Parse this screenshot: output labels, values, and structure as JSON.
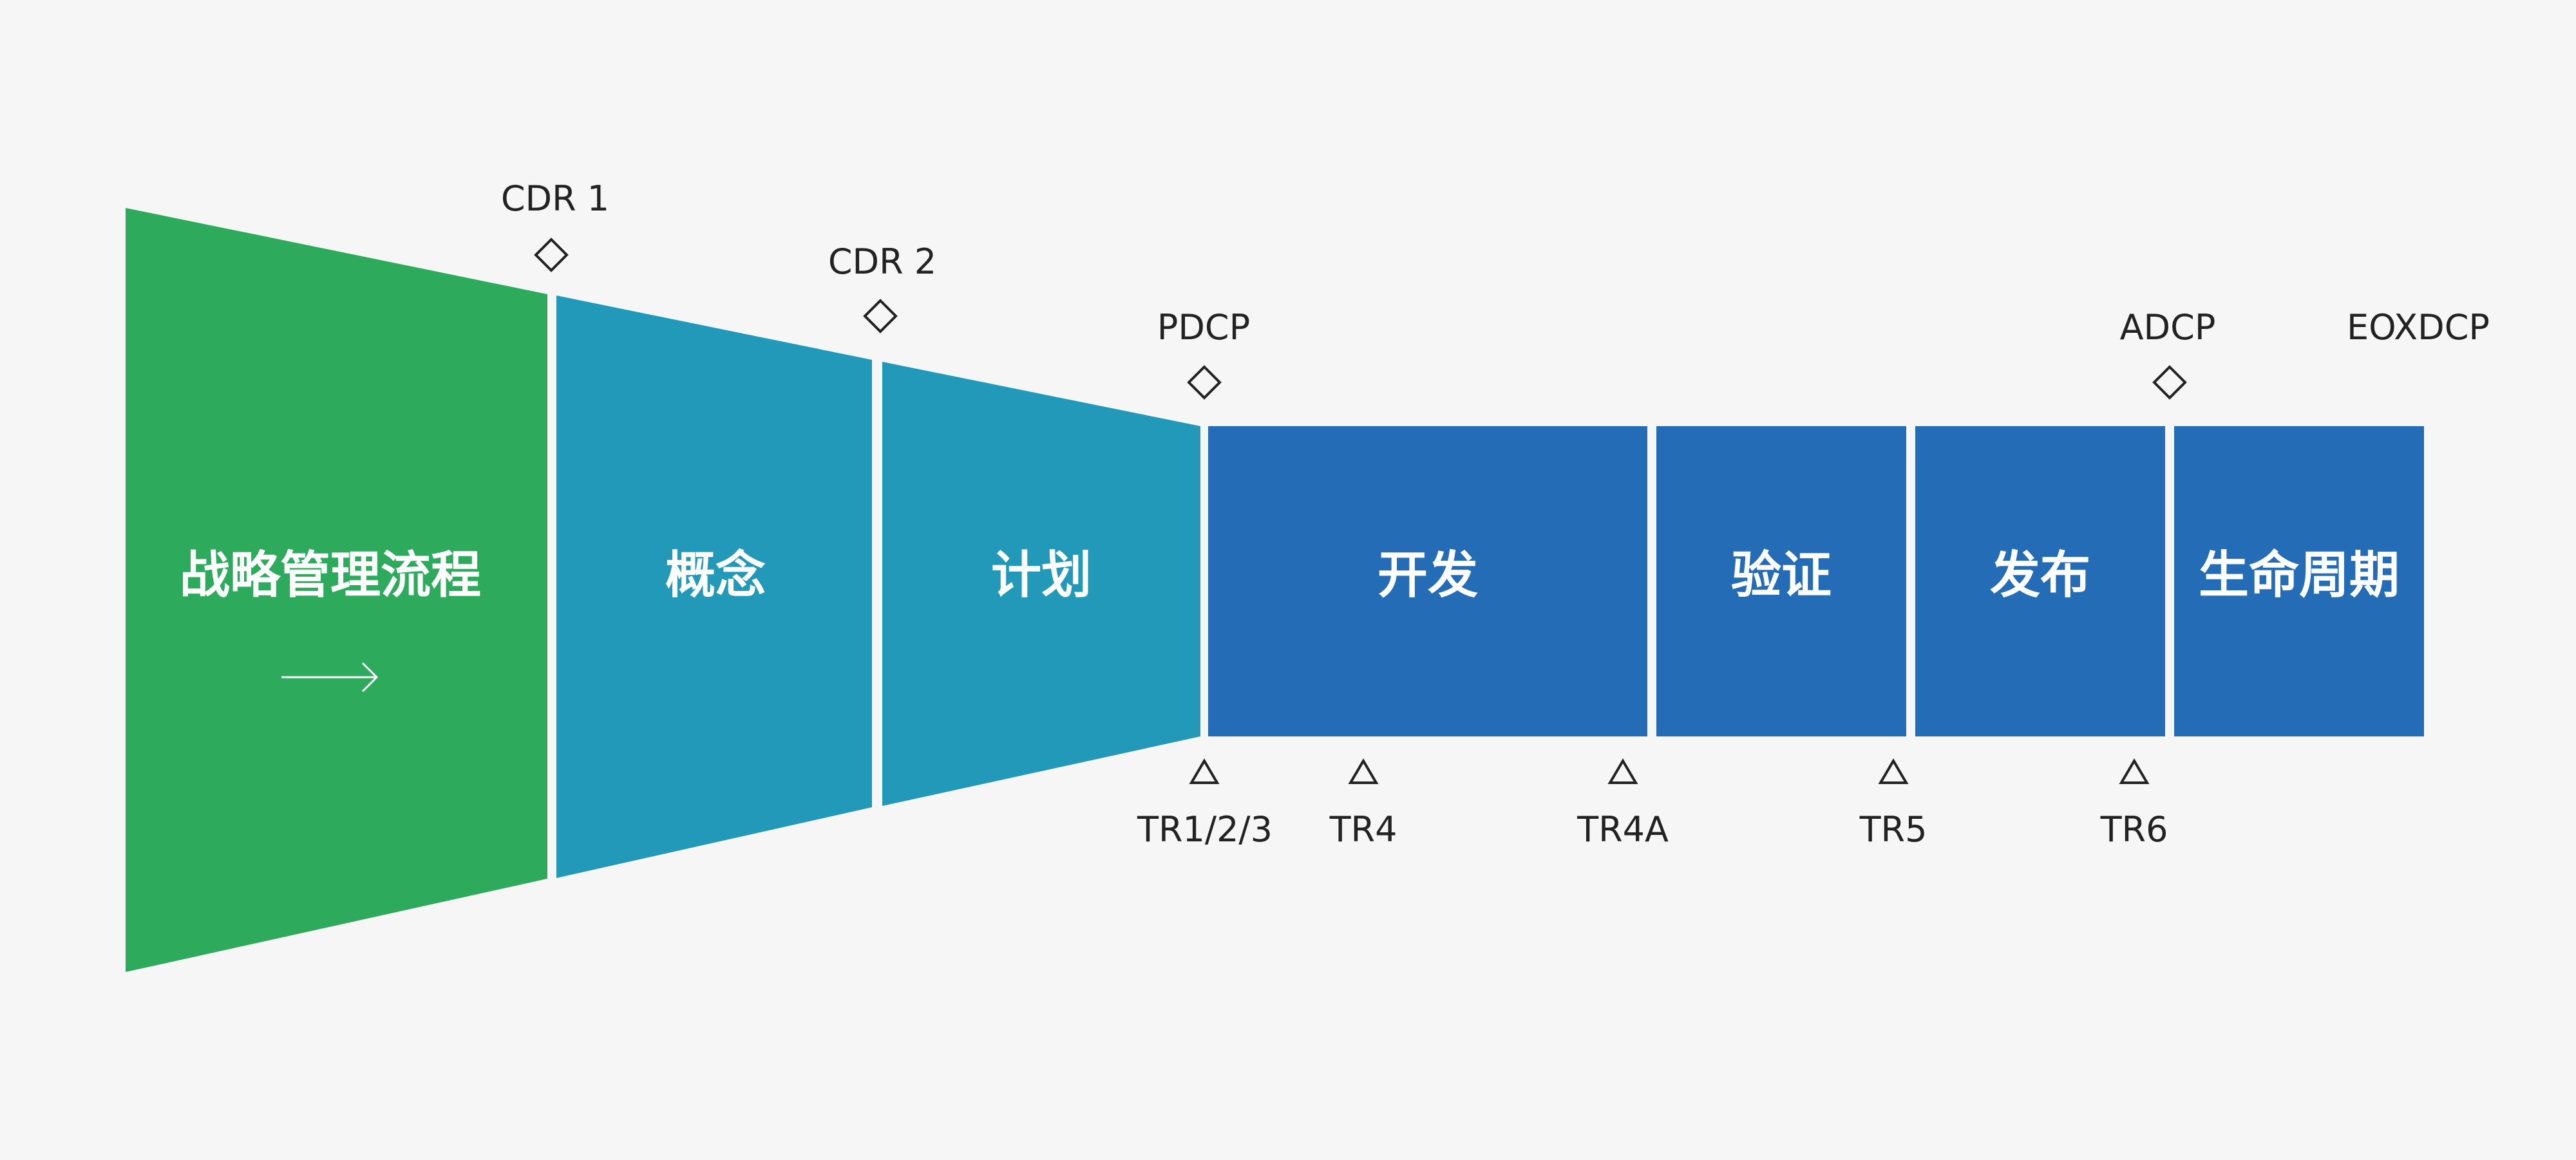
{
  "colors": {
    "background": "#f6f6f6",
    "strategy": "#2eaa5c",
    "early_stage": "#2299b9",
    "late_stage": "#246cb5",
    "text": "#222222"
  },
  "stages": [
    {
      "id": "strategy",
      "label": "战略管理流程",
      "color_key": "strategy",
      "arrow_icon": "arrow-right-icon"
    },
    {
      "id": "concept",
      "label": "概念",
      "color_key": "early_stage"
    },
    {
      "id": "plan",
      "label": "计划",
      "color_key": "early_stage"
    },
    {
      "id": "develop",
      "label": "开发",
      "color_key": "late_stage"
    },
    {
      "id": "verify",
      "label": "验证",
      "color_key": "late_stage"
    },
    {
      "id": "release",
      "label": "发布",
      "color_key": "late_stage"
    },
    {
      "id": "lifecycle",
      "label": "生命周期",
      "color_key": "late_stage"
    }
  ],
  "decision_points": [
    {
      "id": "cdr1",
      "label": "CDR 1",
      "icon": "diamond-icon"
    },
    {
      "id": "cdr2",
      "label": "CDR 2",
      "icon": "diamond-icon"
    },
    {
      "id": "pdcp",
      "label": "PDCP",
      "icon": "diamond-icon"
    },
    {
      "id": "adcp",
      "label": "ADCP",
      "icon": "diamond-icon"
    },
    {
      "id": "eoxdcp",
      "label": "EOXDCP"
    }
  ],
  "technical_reviews": [
    {
      "id": "tr123",
      "label": "TR1/2/3",
      "icon": "triangle-icon"
    },
    {
      "id": "tr4",
      "label": "TR4",
      "icon": "triangle-icon"
    },
    {
      "id": "tr4a",
      "label": "TR4A",
      "icon": "triangle-icon"
    },
    {
      "id": "tr5",
      "label": "TR5",
      "icon": "triangle-icon"
    },
    {
      "id": "tr6",
      "label": "TR6",
      "icon": "triangle-icon"
    }
  ]
}
